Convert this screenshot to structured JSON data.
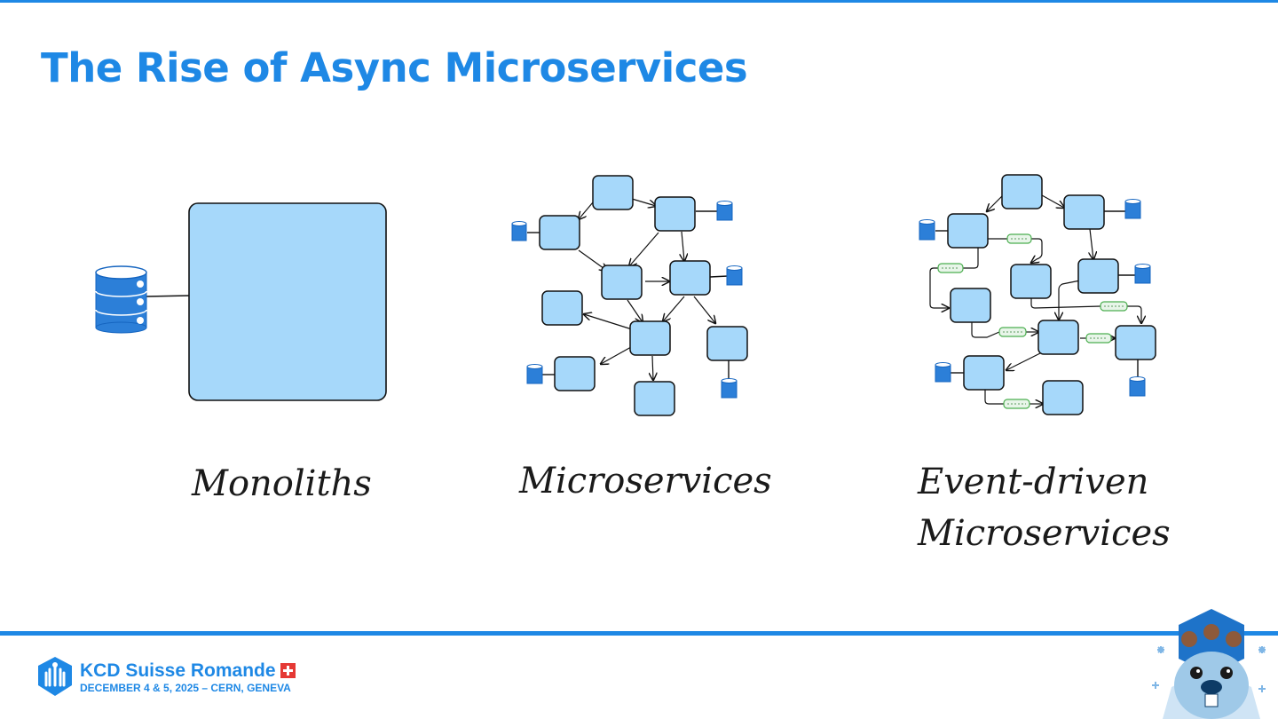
{
  "slide": {
    "title": "The Rise of Async Microservices"
  },
  "labels": {
    "monoliths": "Monoliths",
    "microservices": "Microservices",
    "event_driven_line1": "Event-driven",
    "event_driven_line2": "Microservices"
  },
  "footer": {
    "brand": "KCD Suisse Romande",
    "dates": "DECEMBER 4 & 5, 2025 – CERN, GENEVA"
  },
  "colors": {
    "accent": "#1e88e5",
    "service_fill": "#a6d8fa",
    "database": "#2c7fd8"
  }
}
